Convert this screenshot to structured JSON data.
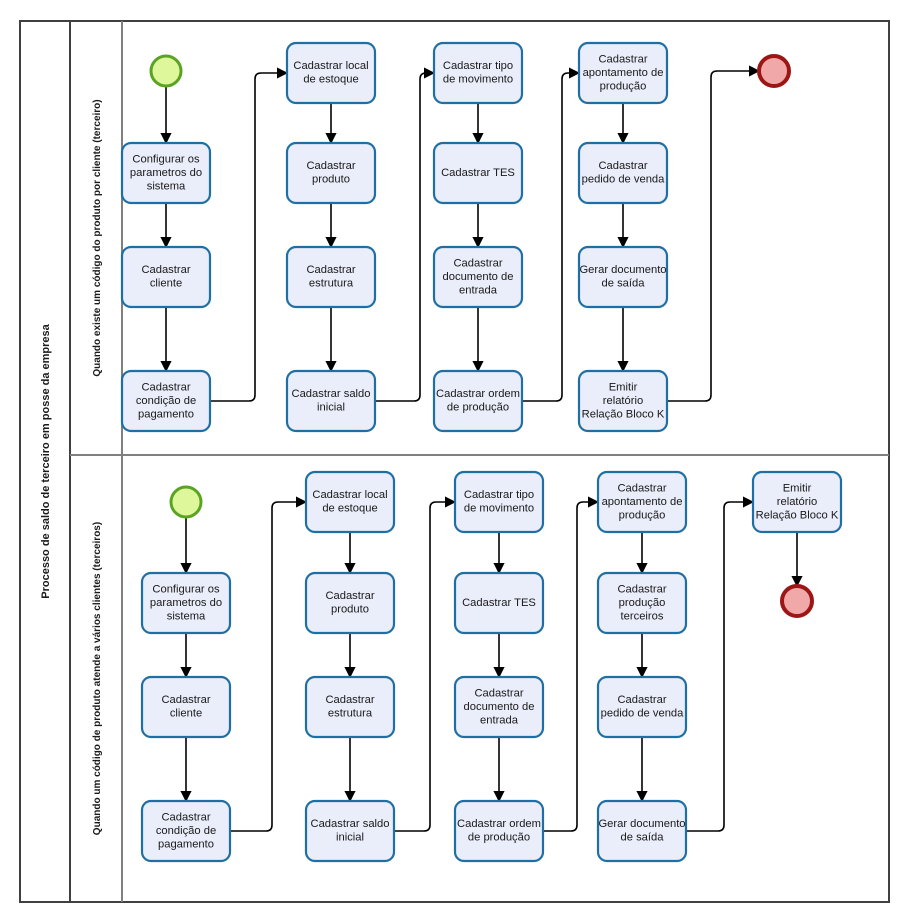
{
  "diagram": {
    "type": "bpmn-process-flow",
    "pool_title": "Processo de saldo de terceiro em posse da empresa",
    "colors": {
      "task_fill": "#eaedfa",
      "task_border": "#1f6fa5",
      "start_fill": "#ddf79a",
      "start_border": "#5aa323",
      "end_fill": "#f0a8a8",
      "end_border": "#9c1616",
      "pool_border": "#404040",
      "lane_border": "#808080",
      "flow": "#000000"
    },
    "lanes": [
      {
        "id": "lane-1",
        "label": "Quando existe um código do produto por cliente (terceiro)",
        "start_event": "start-event",
        "end_event": "end-event",
        "columns": [
          {
            "id": "col-1",
            "tasks": [
              "Configurar os parametros do sistema",
              "Cadastrar cliente",
              "Cadastrar condição de pagamento"
            ]
          },
          {
            "id": "col-2",
            "tasks": [
              "Cadastrar local de estoque",
              "Cadastrar produto",
              "Cadastrar estrutura",
              "Cadastrar saldo inicial"
            ]
          },
          {
            "id": "col-3",
            "tasks": [
              "Cadastrar tipo de movimento",
              "Cadastrar TES",
              "Cadastrar documento de entrada",
              "Cadastrar ordem de produção"
            ]
          },
          {
            "id": "col-4",
            "tasks": [
              "Cadastrar apontamento de produção",
              "Cadastrar pedido de venda",
              "Gerar documento de saída",
              "Emitir relatório Relação Bloco K"
            ]
          }
        ]
      },
      {
        "id": "lane-2",
        "label": "Quando um código de produto atende a vários clientes (terceiros)",
        "start_event": "start-event",
        "end_event": "end-event",
        "columns": [
          {
            "id": "col-1",
            "tasks": [
              "Configurar os parametros do sistema",
              "Cadastrar cliente",
              "Cadastrar condição de pagamento"
            ]
          },
          {
            "id": "col-2",
            "tasks": [
              "Cadastrar local de estoque",
              "Cadastrar produto",
              "Cadastrar estrutura",
              "Cadastrar saldo inicial"
            ]
          },
          {
            "id": "col-3",
            "tasks": [
              "Cadastrar tipo de movimento",
              "Cadastrar TES",
              "Cadastrar documento de entrada",
              "Cadastrar ordem de produção"
            ]
          },
          {
            "id": "col-4",
            "tasks": [
              "Cadastrar apontamento de produção",
              "Cadastrar produção terceiros",
              "Cadastrar pedido de venda",
              "Gerar documento de saída"
            ]
          },
          {
            "id": "col-5",
            "tasks": [
              "Emitir relatório Relação Bloco K"
            ]
          }
        ]
      }
    ]
  }
}
